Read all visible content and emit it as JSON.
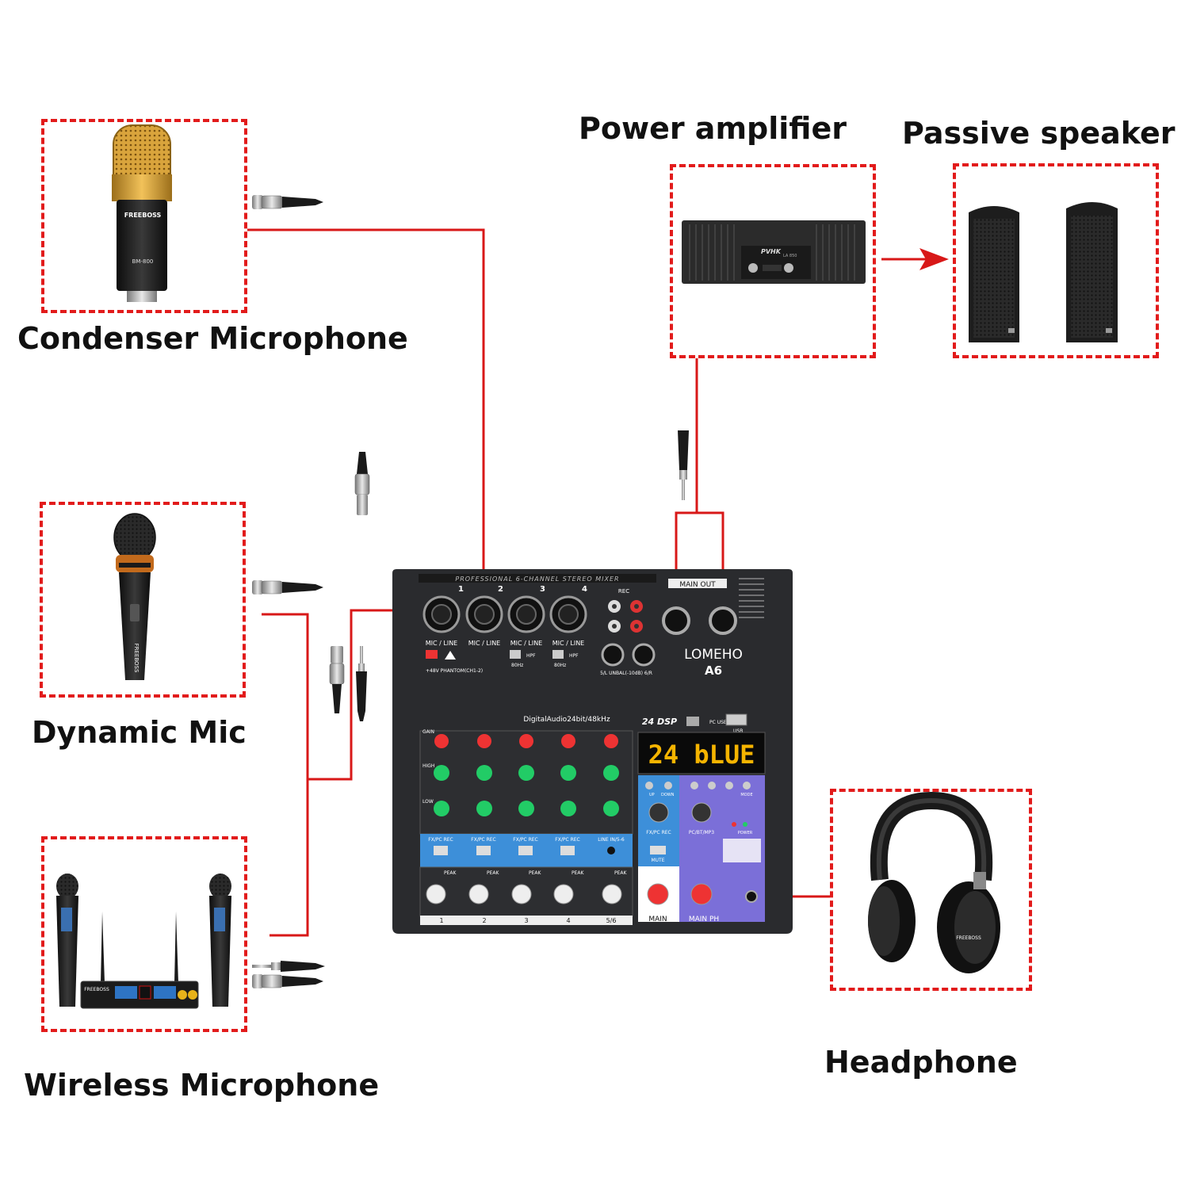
{
  "labels": {
    "condenser": "Condenser Microphone",
    "dynamic": "Dynamic Mic",
    "wireless": "Wireless Microphone",
    "power_amp": "Power amplifier",
    "passive_speaker": "Passive speaker",
    "headphone": "Headphone"
  },
  "devices": {
    "condenser_brand": "FREEBOSS",
    "condenser_model": "BM-800",
    "amp_brand": "PVHK",
    "amp_model": "LA 850",
    "wireless_brand": "FREEBOSS",
    "headphone_brand": "FREEBOSS",
    "dynamic_brand": "FREEBOSS"
  },
  "mixer": {
    "header": "PROFESSIONAL 6-CHANNEL STEREO MIXER",
    "brand": "LOMEHO",
    "model": "A6",
    "main_out": "MAIN OUT",
    "rec": "REC",
    "digital": "DigitalAudio24bit/48kHz",
    "dsp": "24 DSP",
    "display": "24 bLUE",
    "phantom": "+48V  PHANTOM(CH1-2)",
    "line_unbal": "5/L  UNBAL(-10dB)  6/R",
    "mic_line": "MIC / LINE",
    "hpf": "HPF",
    "hz": "80Hz",
    "pc_usb": "PC USB",
    "usb": "USB",
    "gain": "GAIN",
    "high": "HIGH",
    "low": "LOW",
    "fx_rec": "FX/PC REC",
    "line_in": "LINE IN/5-6",
    "peak": "PEAK",
    "up": "UP",
    "down": "DOWN",
    "mode": "MODE",
    "fx_rec_knob": "FX/PC REC",
    "pc_bt": "PC/BT/MP3",
    "mute": "MUTE",
    "main": "MAIN",
    "main_ph": "MAIN PH",
    "power": "POWER",
    "channels": [
      "1",
      "2",
      "3",
      "4",
      "5/6"
    ],
    "input_nums": [
      "1",
      "2",
      "3",
      "4"
    ]
  },
  "colors": {
    "dash": "#e21b1b",
    "cable": "#d81818",
    "mixer_body": "#2a2b2e",
    "mixer_blue": "#3d8fd9",
    "mixer_purple": "#7b6fd8"
  }
}
